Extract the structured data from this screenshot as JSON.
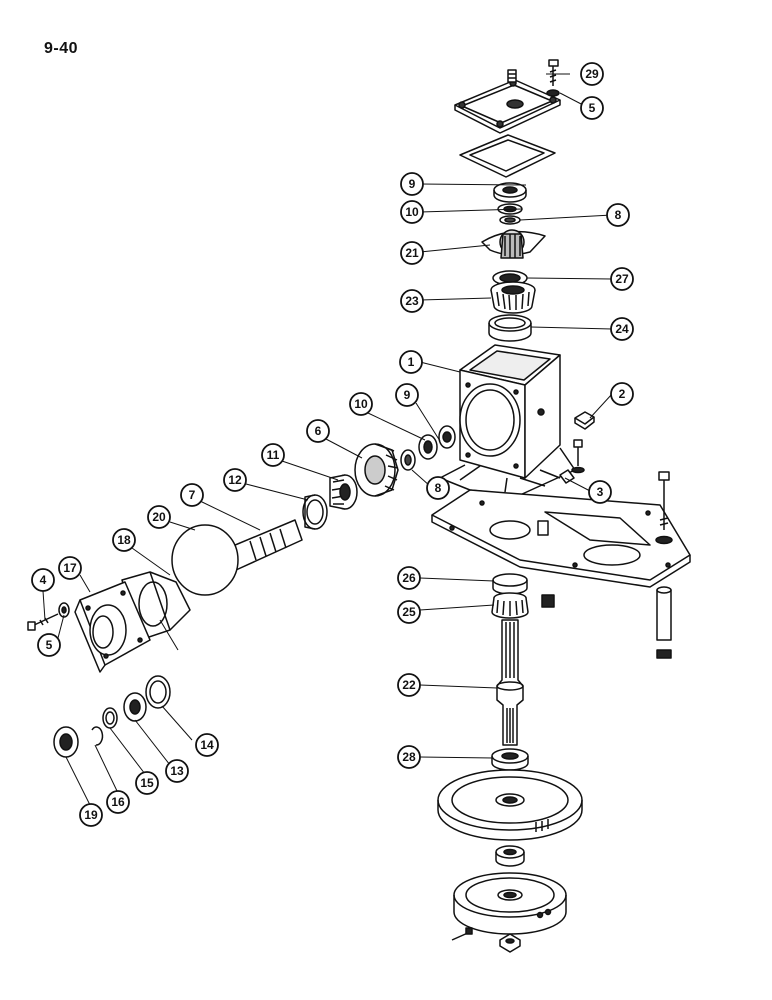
{
  "page_number": "9-40",
  "colors": {
    "ink": "#111111",
    "paper": "#ffffff",
    "shade": "#bdbdbd"
  },
  "callouts": [
    {
      "label": "1"
    },
    {
      "label": "2"
    },
    {
      "label": "3"
    },
    {
      "label": "4"
    },
    {
      "label": "5"
    },
    {
      "label": "5"
    },
    {
      "label": "6"
    },
    {
      "label": "7"
    },
    {
      "label": "8"
    },
    {
      "label": "8"
    },
    {
      "label": "9"
    },
    {
      "label": "9"
    },
    {
      "label": "10"
    },
    {
      "label": "10"
    },
    {
      "label": "11"
    },
    {
      "label": "12"
    },
    {
      "label": "13"
    },
    {
      "label": "14"
    },
    {
      "label": "15"
    },
    {
      "label": "16"
    },
    {
      "label": "17"
    },
    {
      "label": "18"
    },
    {
      "label": "19"
    },
    {
      "label": "20"
    },
    {
      "label": "21"
    },
    {
      "label": "22"
    },
    {
      "label": "23"
    },
    {
      "label": "24"
    },
    {
      "label": "25"
    },
    {
      "label": "26"
    },
    {
      "label": "27"
    },
    {
      "label": "28"
    },
    {
      "label": "29"
    }
  ]
}
